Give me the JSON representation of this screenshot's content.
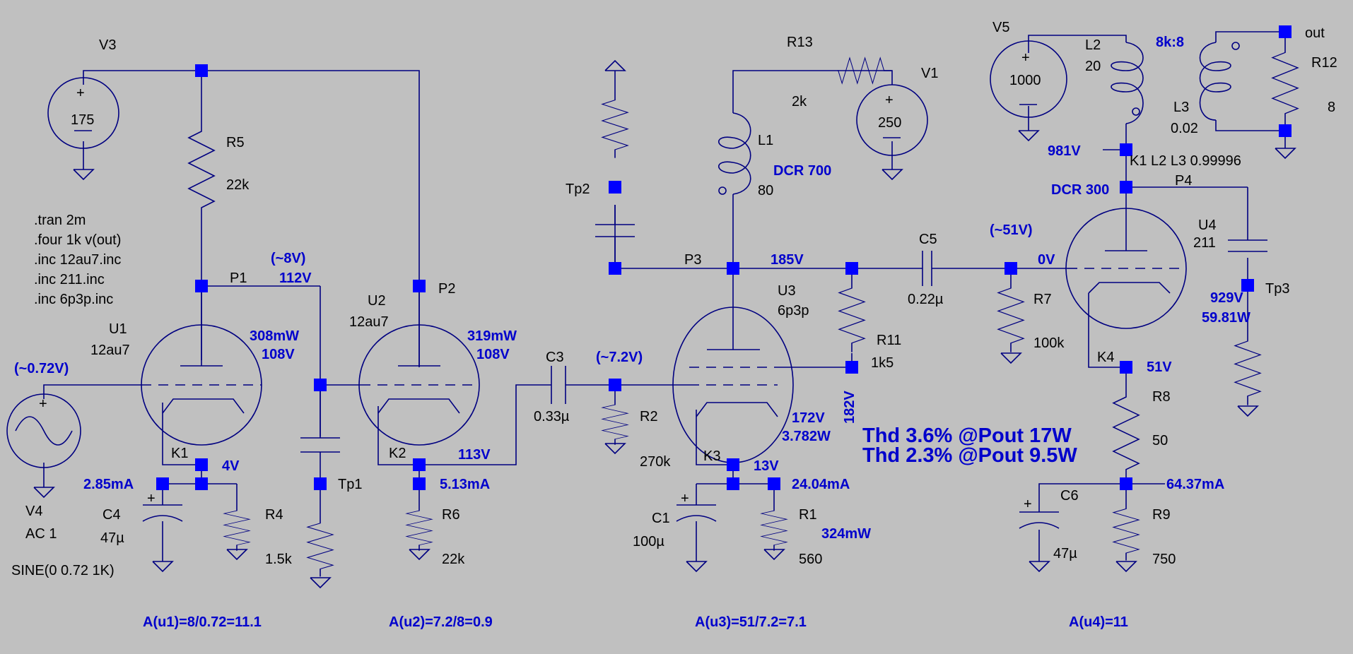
{
  "colors": {
    "background": "#c0c0c0",
    "wire": "#000080",
    "node": "#0000ff",
    "annotation": "#0000cc",
    "label": "#000000"
  },
  "directives": [
    ".tran 2m",
    ".four 1k v(out)",
    ".inc 12au7.inc",
    ".inc 211.inc",
    ".inc 6p3p.inc"
  ],
  "components": {
    "V3": {
      "name": "V3",
      "value": "175"
    },
    "R5": {
      "name": "R5",
      "value": "22k"
    },
    "U1": {
      "name": "U1",
      "value": "12au7"
    },
    "U2": {
      "name": "U2",
      "value": "12au7"
    },
    "V4": {
      "name": "V4",
      "value": "AC 1",
      "extra": "SINE(0 0.72 1K)"
    },
    "C4": {
      "name": "C4",
      "value": "47µ"
    },
    "R4": {
      "name": "R4",
      "value": "1.5k"
    },
    "R6": {
      "name": "R6",
      "value": "22k"
    },
    "C3": {
      "name": "C3",
      "value": "0.33µ"
    },
    "R2": {
      "name": "R2",
      "value": "270k"
    },
    "R13": {
      "name": "R13",
      "value": "2k"
    },
    "V1": {
      "name": "V1",
      "value": "250"
    },
    "L1": {
      "name": "L1",
      "value": "80"
    },
    "U3": {
      "name": "U3",
      "value": "6p3p"
    },
    "R11": {
      "name": "R11",
      "value": "1k5"
    },
    "C5": {
      "name": "C5",
      "value": "0.22µ"
    },
    "R7": {
      "name": "R7",
      "value": "100k"
    },
    "C1": {
      "name": "C1",
      "value": "100µ"
    },
    "R1": {
      "name": "R1",
      "value": "560"
    },
    "V5": {
      "name": "V5",
      "value": "1000"
    },
    "L2": {
      "name": "L2",
      "value": "20"
    },
    "L3": {
      "name": "L3",
      "value": "0.02"
    },
    "R12": {
      "name": "R12",
      "value": "8"
    },
    "U4": {
      "name": "U4",
      "value": "211"
    },
    "R8": {
      "name": "R8",
      "value": "50"
    },
    "C6": {
      "name": "C6",
      "value": "47µ"
    },
    "R9": {
      "name": "R9",
      "value": "750"
    }
  },
  "nets": {
    "P1": "P1",
    "P2": "P2",
    "P3": "P3",
    "P4": "P4",
    "K1": "K1",
    "K2": "K2",
    "K3": "K3",
    "K4": "K4",
    "Tp1": "Tp1",
    "Tp2": "Tp2",
    "Tp3": "Tp3",
    "out": "out"
  },
  "annotations": {
    "u1_in": "(~0.72V)",
    "u1_diss": "308mW",
    "u1_v": "108V",
    "p1_sig": "(~8V)",
    "p1_v": "112V",
    "u2_diss": "319mW",
    "u2_v": "108V",
    "k1_v": "4V",
    "k1_i": "2.85mA",
    "k2_v": "113V",
    "k2_i": "5.13mA",
    "c3_sig": "(~7.2V)",
    "l1_dcr": "DCR 700",
    "p3_v": "185V",
    "g2_v": "182V",
    "u3_v": "172V",
    "u3_diss": "3.782W",
    "k3_v": "13V",
    "k3_i": "24.04mA",
    "r1_p": "324mW",
    "u4_sig": "(~51V)",
    "u4_grid": "0V",
    "b_v": "981V",
    "l2_dcr": "DCR 300",
    "ratio": "8k:8",
    "coupling": "K1 L2 L3 0.99996",
    "u4_v": "929V",
    "u4_diss": "59.81W",
    "k4_v": "51V",
    "k4_i": "64.37mA",
    "thd1": "Thd 3.6% @Pout 17W",
    "thd2": "Thd 2.3% @Pout 9.5W",
    "gain1": "A(u1)=8/0.72=11.1",
    "gain2": "A(u2)=7.2/8=0.9",
    "gain3": "A(u3)=51/7.2=7.1",
    "gain4": "A(u4)=11"
  }
}
